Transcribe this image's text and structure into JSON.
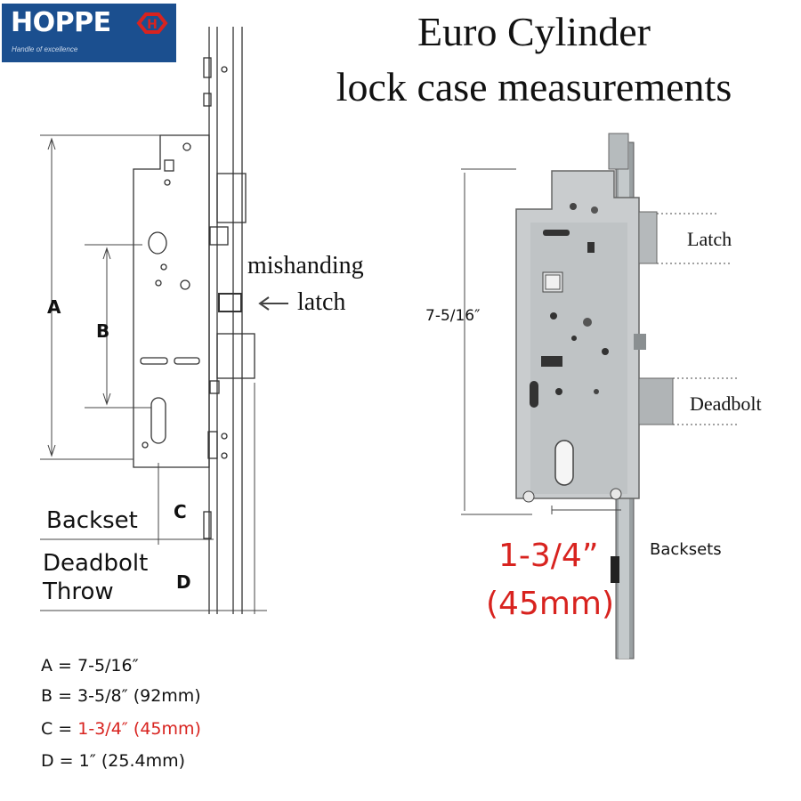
{
  "logo": {
    "brand": "HOPPE",
    "tagline": "Handle of excellence",
    "brand_color": "#1b4f8f",
    "accent": "#d8231f"
  },
  "title": {
    "line1": "Euro Cylinder",
    "line2": "lock case measurements"
  },
  "left_diagram": {
    "label_a": "A",
    "label_b": "B",
    "label_c": "C",
    "label_d": "D",
    "backset": "Backset",
    "deadbolt": "Deadbolt",
    "throw": "Throw",
    "mishanding": "mishanding",
    "latch": "latch"
  },
  "right_photo": {
    "height": "7-5/16″",
    "latch": "Latch",
    "deadbolt": "Deadbolt",
    "backsets": "Backsets",
    "backset_inch": "1-3/4”",
    "backset_mm": "(45mm)"
  },
  "specs": {
    "a_prefix": "A = ",
    "a_value": "7-5/16″",
    "b_prefix": "B = ",
    "b_value": "3-5/8″ (92mm)",
    "c_prefix": "C = ",
    "c_value": "1-3/4″ (45mm)",
    "d_prefix": "D = ",
    "d_value": "1″ (25.4mm)"
  }
}
